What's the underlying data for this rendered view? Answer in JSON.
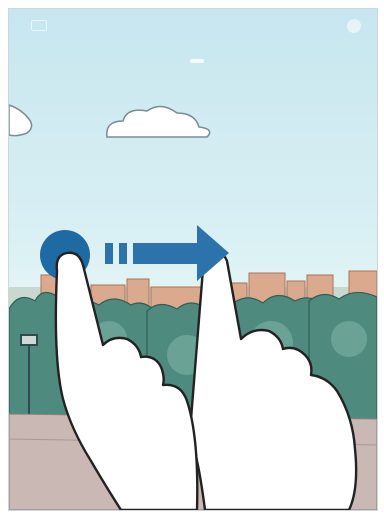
{
  "screen": {
    "type": "instructional-illustration",
    "gesture": "two-finger-swipe",
    "direction": "right"
  },
  "colors": {
    "sky": "#cfeaf1",
    "accent_circle": "#1f6aa3",
    "arrow": "#2b73aa",
    "trees": "#4f8a7f",
    "buildings": "#d9a58a",
    "ground": "#c9b8b4",
    "hand_outline": "#222222",
    "hand_fill": "#ffffff"
  },
  "icons": {
    "touch_point": "touch-point-icon",
    "arrow": "swipe-right-arrow-icon",
    "hand": "hand-icon"
  }
}
